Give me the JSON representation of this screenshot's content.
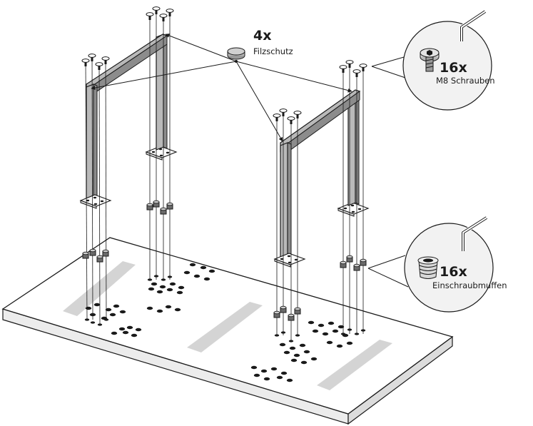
{
  "colors": {
    "line": "#1a1a1a",
    "leg_fill": "#b9b9b9",
    "leg_shade": "#8c8c8c",
    "board_top": "#ffffff",
    "board_edge": "#e6e6e6",
    "mount_strip": "#d4d4d4",
    "hole": "#1a1a1a",
    "callout_bg": "#f2f2f2"
  },
  "callouts": {
    "felt": {
      "count": "4x",
      "label": "Filzschutz",
      "icon": "felt-pad-icon"
    },
    "screws": {
      "count": "16x",
      "label": "M8 Schrauben",
      "icon": "hex-screw-icon",
      "tool_icon": "allen-key-icon"
    },
    "inserts": {
      "count": "16x",
      "label": "Einschraubmuffen",
      "icon": "threaded-insert-icon",
      "tool_icon": "allen-key-icon"
    }
  }
}
